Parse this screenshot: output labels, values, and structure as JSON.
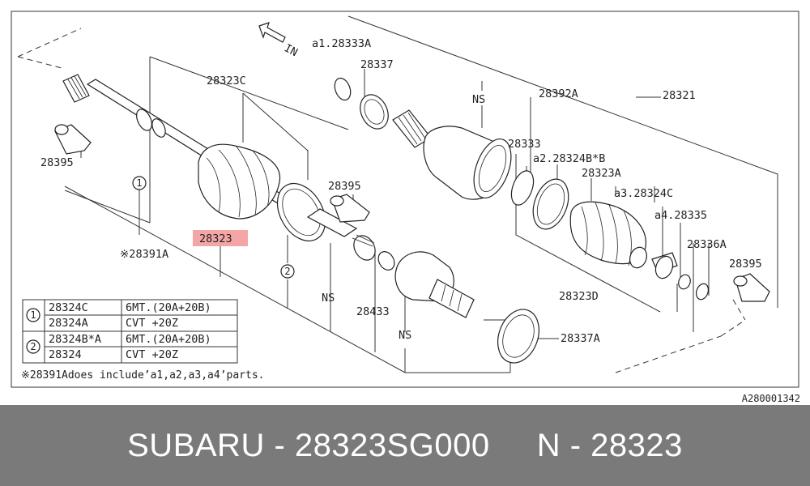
{
  "diagram": {
    "callouts": {
      "in_arrow": "IN",
      "c28333A": "a1.28333A",
      "c28337": "28337",
      "c28323C": "28323C",
      "c28392A": "28392A",
      "c28321": "28321",
      "ns_top": "NS",
      "c28333": "28333",
      "c28324BB": "a2.28324B*B",
      "c28323A": "28323A",
      "c28324C": "a3.28324C",
      "c28335": "a4.28335",
      "c28336A": "28336A",
      "c28395_right": "28395",
      "c28395_left": "28395",
      "c28395_mid": "28395",
      "c28323_highlight": "28323",
      "c28391A": "※28391A",
      "c28323D": "28323D",
      "ns_mid": "NS",
      "c28433": "28433",
      "ns_bottom": "NS",
      "c28337A": "28337A",
      "circle_1": "1",
      "circle_2": "2"
    },
    "legend": {
      "rows": [
        {
          "group": "1",
          "part": "28324C",
          "spec": "6MT.(20A+20B)"
        },
        {
          "group": "",
          "part": "28324A",
          "spec": "CVT +20Z"
        },
        {
          "group": "2",
          "part": "28324B*A",
          "spec": "6MT.(20A+20B)"
        },
        {
          "group": "",
          "part": "28324",
          "spec": "CVT +20Z"
        }
      ],
      "footnote": "※28391Adoes include’a1,a2,a3,a4’parts."
    },
    "ref_code": "A280001342",
    "highlight_color": "#f4a6a6"
  },
  "banner": {
    "text": "SUBARU - 28323SG000     N - 28323"
  }
}
